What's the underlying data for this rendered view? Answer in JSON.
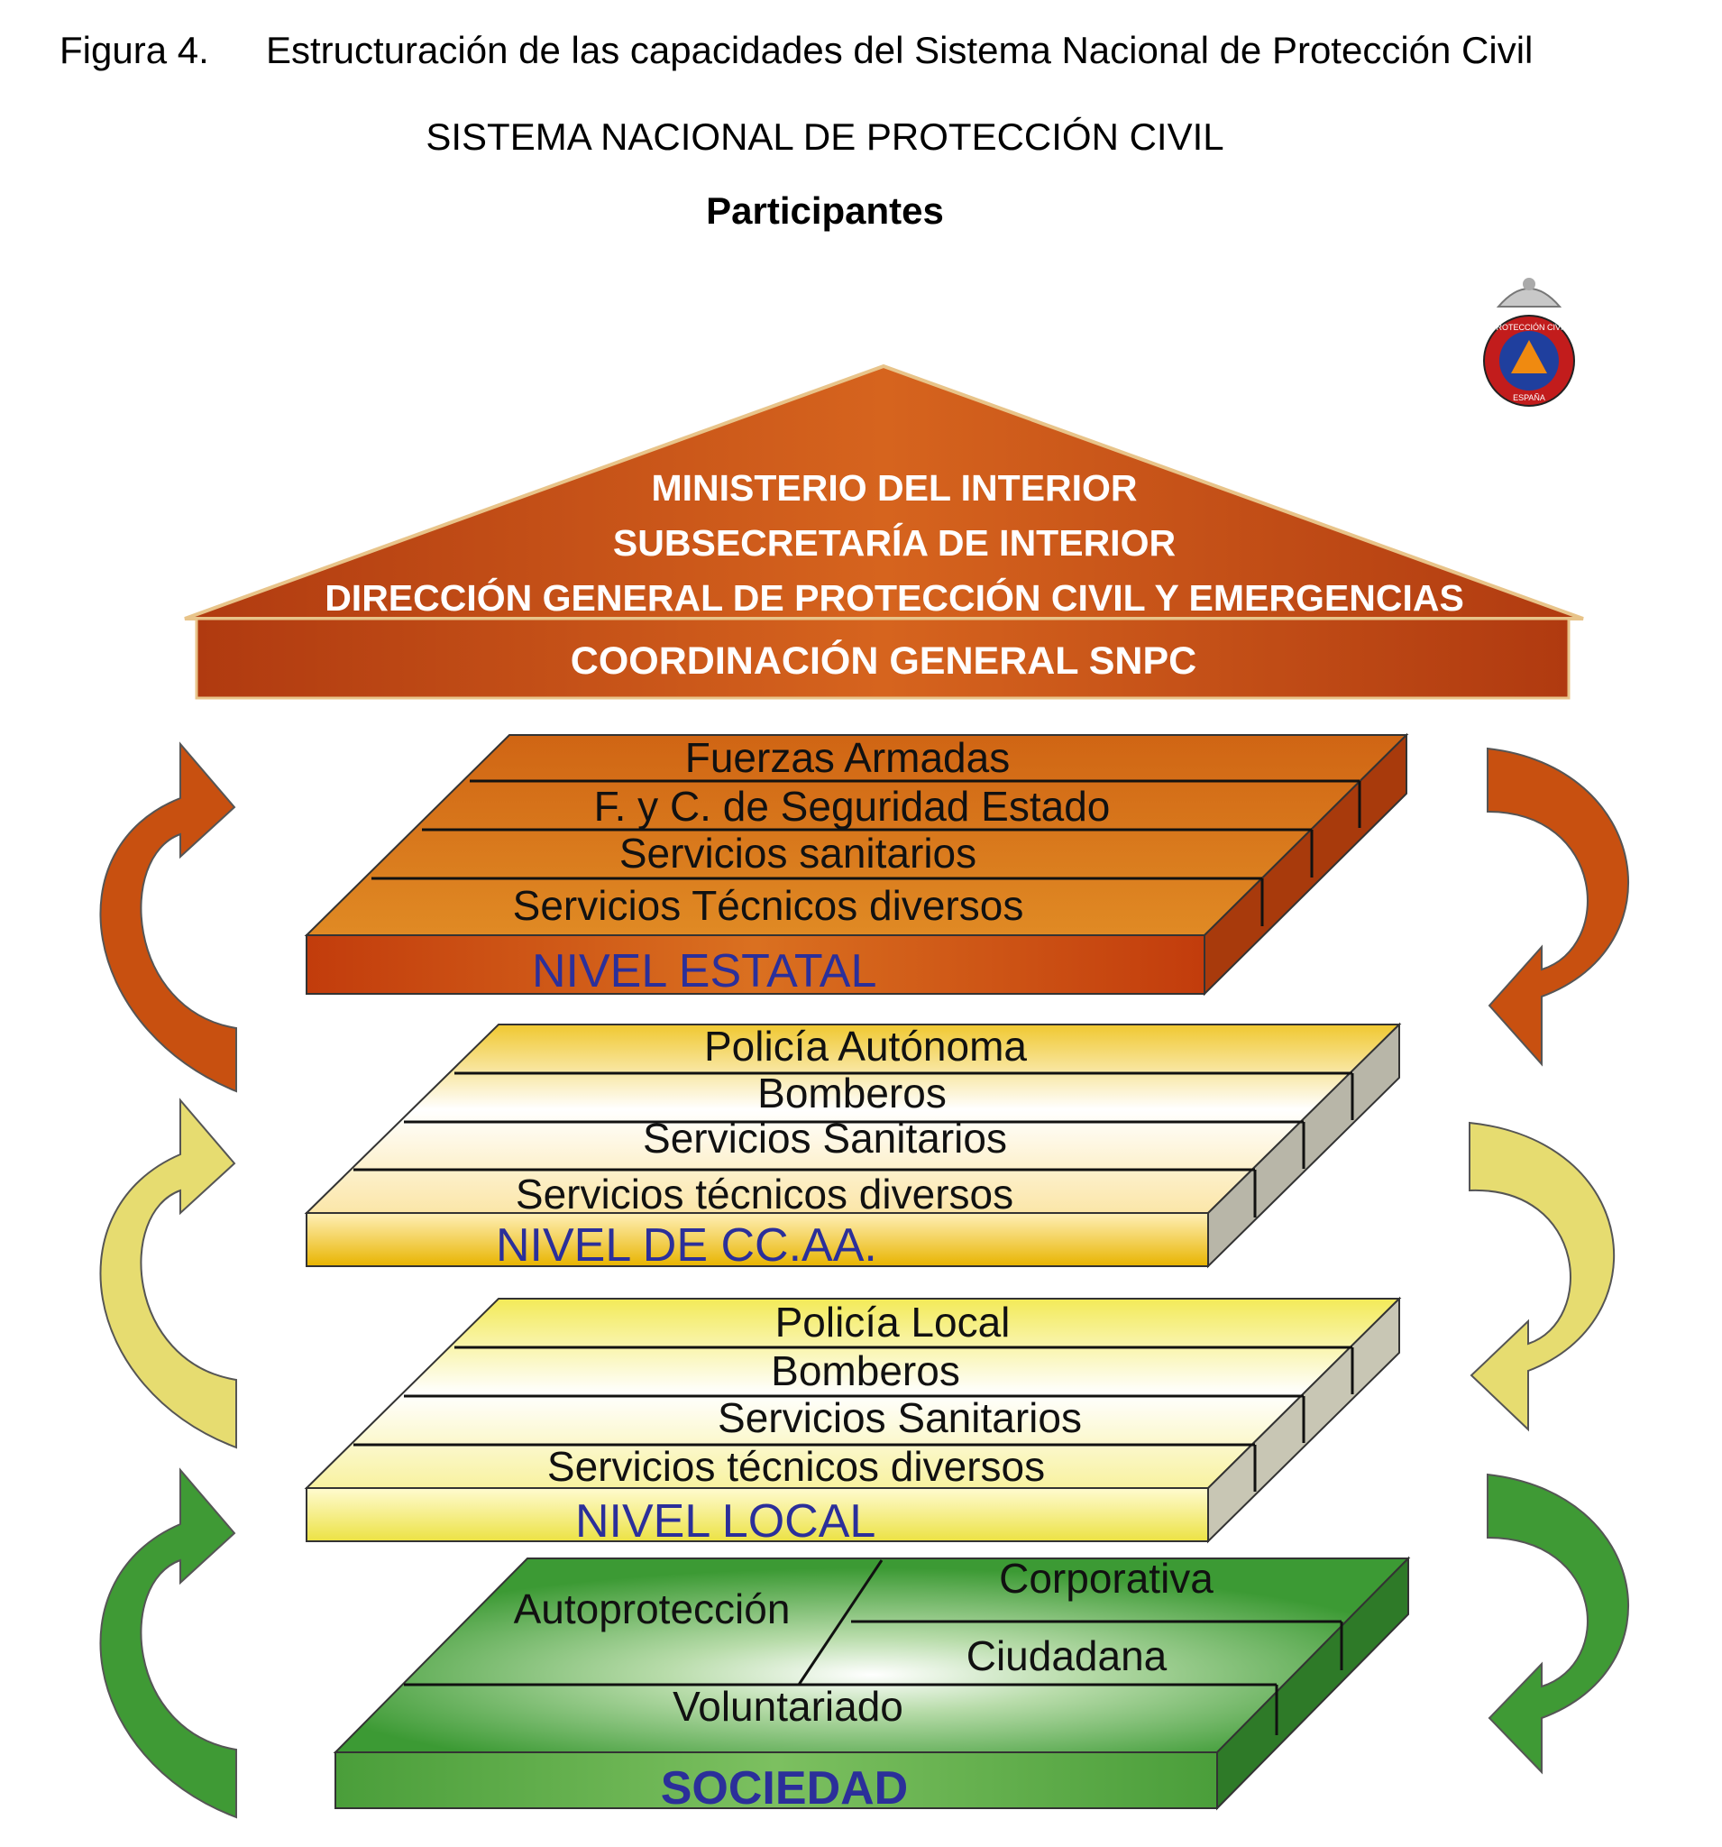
{
  "figure": {
    "label": "Figura 4.",
    "caption": "Estructuración de las capacidades del Sistema Nacional de Protección Civil",
    "system_title": "SISTEMA NACIONAL DE PROTECCIÓN CIVIL",
    "subtitle": "Participantes"
  },
  "emblem": {
    "text_top": "PROTECCIÓN CIVIL",
    "text_bottom": "ESPAÑA",
    "icon": "civil-protection-emblem-icon"
  },
  "roof": {
    "lines": [
      "MINISTERIO DEL INTERIOR",
      "SUBSECRETARÍA DE INTERIOR",
      "DIRECCIÓN GENERAL DE PROTECCIÓN CIVIL Y EMERGENCIAS"
    ],
    "base": "COORDINACIÓN GENERAL SNPC",
    "color": "#c0441a"
  },
  "levels": [
    {
      "name": "NIVEL ESTATAL",
      "color": "#c85a14",
      "items": [
        "Fuerzas Armadas",
        "F. y C. de Seguridad Estado",
        "Servicios sanitarios",
        "Servicios Técnicos diversos"
      ]
    },
    {
      "name": "NIVEL DE CC.AA.",
      "color": "#f0c020",
      "items": [
        "Policía Autónoma",
        "Bomberos",
        "Servicios Sanitarios",
        "Servicios técnicos diversos"
      ]
    },
    {
      "name": "NIVEL LOCAL",
      "color": "#f4ec60",
      "items": [
        "Policía Local",
        "Bomberos",
        "Servicios Sanitarios",
        "Servicios técnicos diversos"
      ]
    }
  ],
  "society": {
    "name": "SOCIEDAD",
    "color": "#3f9a35",
    "autoproteccion": "Autoprotección",
    "corporativa": "Corporativa",
    "ciudadana": "Ciudadana",
    "voluntariado": "Voluntariado"
  },
  "arrows": {
    "estatal": "#c85010",
    "ccaa": "#e6dc70",
    "local": "#3f9a35",
    "icon": "curved-arrow-icon"
  },
  "level_label_color": "#2b2f9a"
}
